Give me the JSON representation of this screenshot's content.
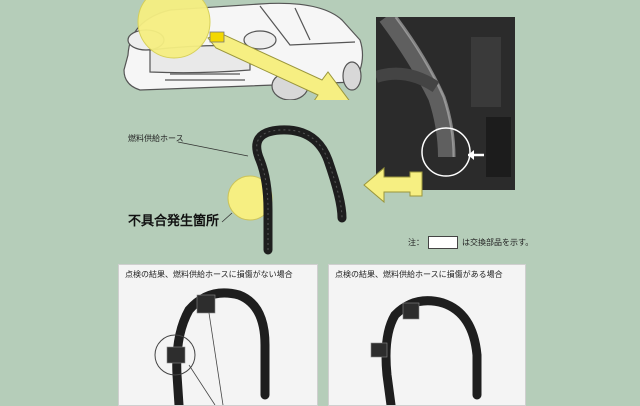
{
  "labels": {
    "fuel_hose": "燃料供給ホース",
    "defect_location": "不具合発生箇所",
    "note_prefix": "注：",
    "note_suffix": "は交換部品を示す。"
  },
  "panels": {
    "left_title": "点検の結果、燃料供給ホースに損傷がない場合",
    "right_title": "点検の結果、燃料供給ホースに損傷がある場合"
  },
  "colors": {
    "background": "#b5cdb9",
    "highlight_yellow": "#f6ef82",
    "hose_black": "#1e1e1e"
  }
}
